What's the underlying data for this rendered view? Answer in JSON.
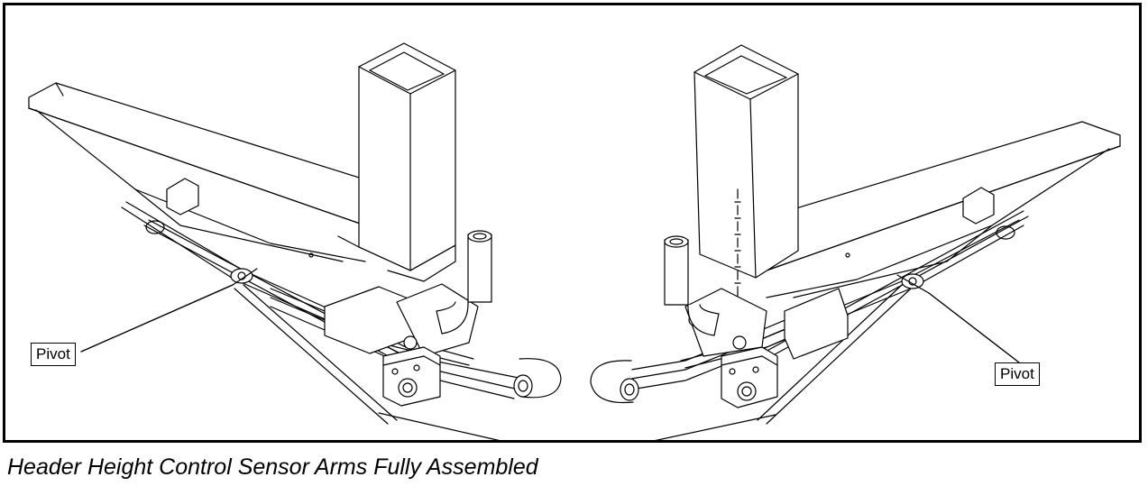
{
  "figure": {
    "callouts": {
      "left": "Pivot",
      "right": "Pivot"
    },
    "caption": "Header Height Control Sensor Arms Fully Assembled"
  }
}
